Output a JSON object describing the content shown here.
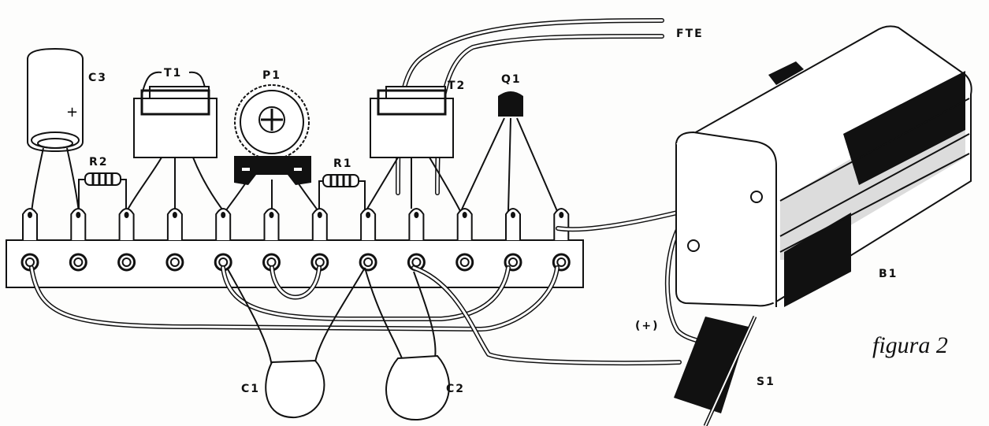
{
  "figure": {
    "caption": "figura 2",
    "labels": {
      "c3": "C3",
      "t1": "T1",
      "p1": "P1",
      "r2": "R2",
      "r1": "R1",
      "t2": "T2",
      "q1": "Q1",
      "fte": "FTE",
      "b1": "B1",
      "plus": "(+)",
      "s1": "S1",
      "c1": "C1",
      "c2": "C2"
    },
    "terminal_count": 12
  }
}
